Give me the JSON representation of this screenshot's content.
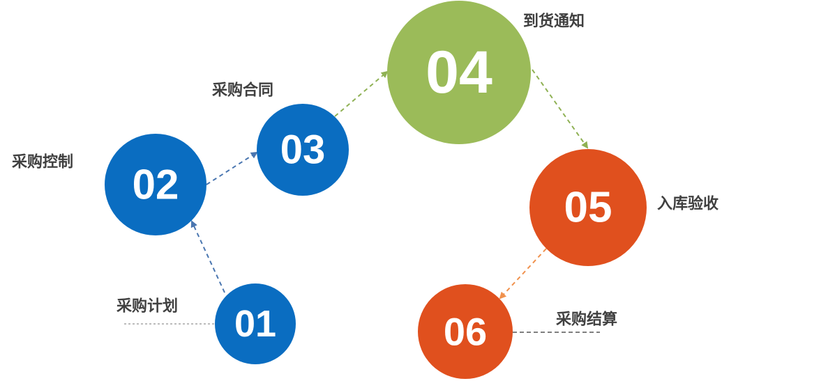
{
  "colors": {
    "blue": "#0a6dc1",
    "green": "#9bbb59",
    "orange": "#e0501e",
    "arrow_blue": "#4a76b0",
    "arrow_green": "#8fb154",
    "arrow_orange": "#f0914d",
    "label": "#404040",
    "leader": "#555555"
  },
  "steps": [
    {
      "id": "01",
      "number": "01",
      "label": "采购计划",
      "color": "blue"
    },
    {
      "id": "02",
      "number": "02",
      "label": "采购控制",
      "color": "blue"
    },
    {
      "id": "03",
      "number": "03",
      "label": "采购合同",
      "color": "blue"
    },
    {
      "id": "04",
      "number": "04",
      "label": "到货通知",
      "color": "green"
    },
    {
      "id": "05",
      "number": "05",
      "label": "入库验收",
      "color": "orange"
    },
    {
      "id": "06",
      "number": "06",
      "label": "采购结算",
      "color": "orange"
    }
  ],
  "connectors": [
    {
      "from": "01",
      "to": "02",
      "color": "arrow_blue"
    },
    {
      "from": "02",
      "to": "03",
      "color": "arrow_blue"
    },
    {
      "from": "03",
      "to": "04",
      "color": "arrow_green"
    },
    {
      "from": "04",
      "to": "05",
      "color": "arrow_green"
    },
    {
      "from": "05",
      "to": "06",
      "color": "arrow_orange"
    }
  ]
}
